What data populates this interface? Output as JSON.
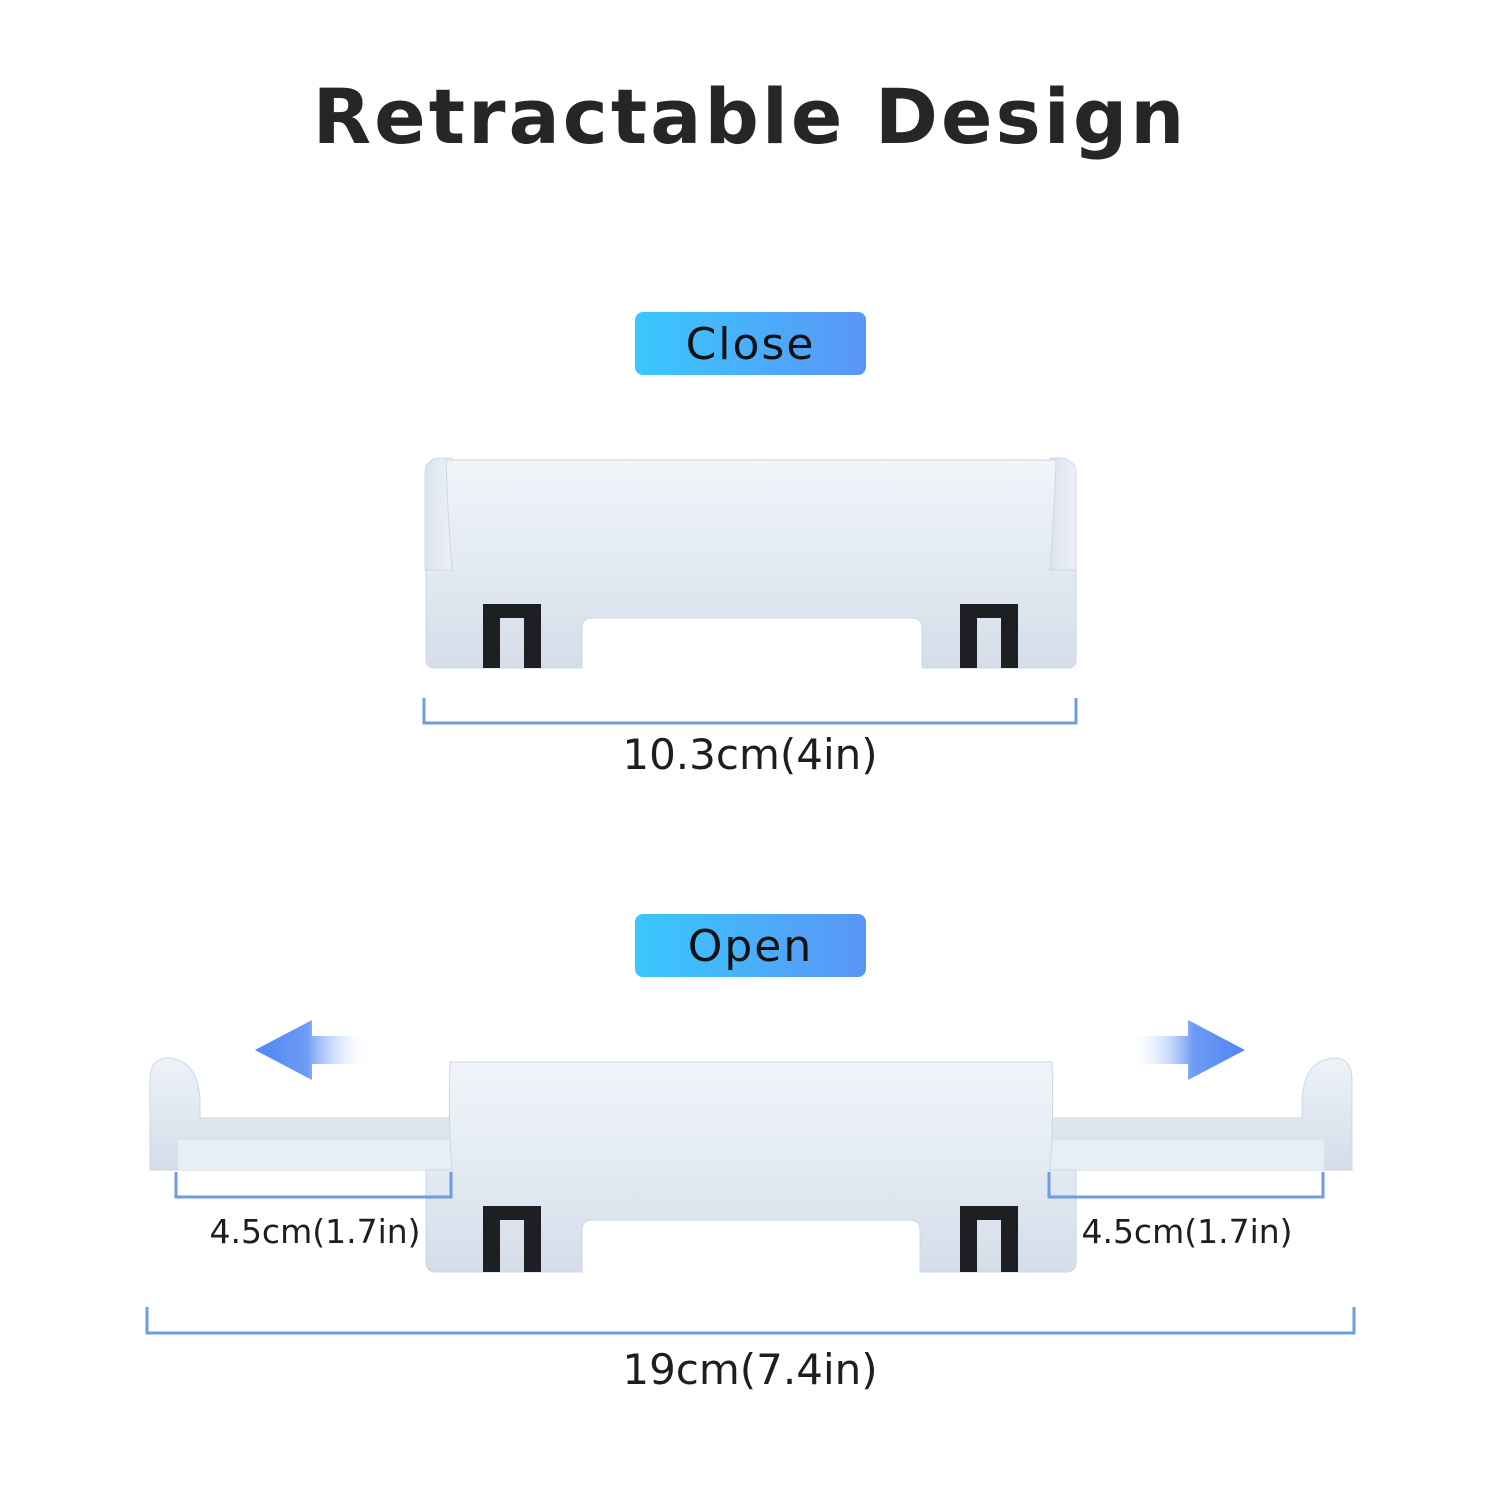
{
  "title": "Retractable Design",
  "close": {
    "label": "Close",
    "width": "10.3cm(4in)"
  },
  "open": {
    "label": "Open",
    "left_extension": "4.5cm(1.7in)",
    "right_extension": "4.5cm(1.7in)",
    "total_width": "19cm(7.4in)"
  },
  "colors": {
    "badge_start": "#38c8fd",
    "badge_end": "#5b95f7",
    "dimension_line": "#6e9ce0",
    "arrow": "#5b8ef5",
    "device": "#e4ebf3"
  }
}
